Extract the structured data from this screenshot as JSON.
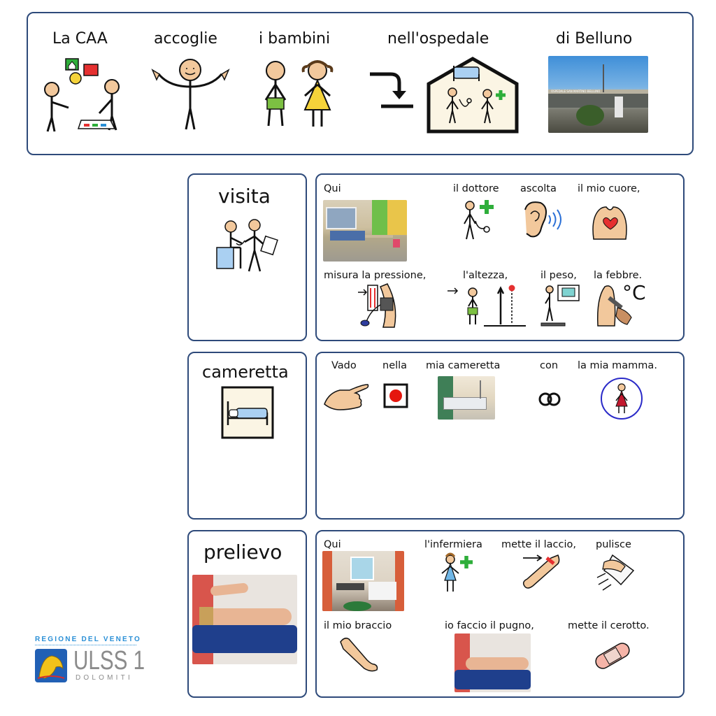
{
  "header": {
    "words": [
      "La CAA",
      "accoglie",
      "i bambini",
      "nell'ospedale",
      "di Belluno"
    ],
    "photo_caption": "OSPEDALE SAN MARTINO BELLUNO"
  },
  "sections": {
    "visita": {
      "title": "visita",
      "row1": [
        "Qui",
        "il dottore",
        "ascolta",
        "il mio cuore,"
      ],
      "row2": [
        "misura la pressione,",
        "l'altezza,",
        "il peso,",
        "la febbre."
      ],
      "temp_symbol": "°C"
    },
    "cameretta": {
      "title": "cameretta",
      "row1": [
        "Vado",
        "nella",
        "mia cameretta",
        "con",
        "la mia mamma."
      ]
    },
    "prelievo": {
      "title": "prelievo",
      "row1": [
        "Qui",
        "l'infermiera",
        "mette il laccio,",
        "pulisce"
      ],
      "row2": [
        "il mio braccio",
        "io faccio il pugno,",
        "mette il cerotto."
      ]
    }
  },
  "logo": {
    "region": "REGIONE DEL VENETO",
    "name": "ULSS 1",
    "sub": "DOLOMITI"
  }
}
